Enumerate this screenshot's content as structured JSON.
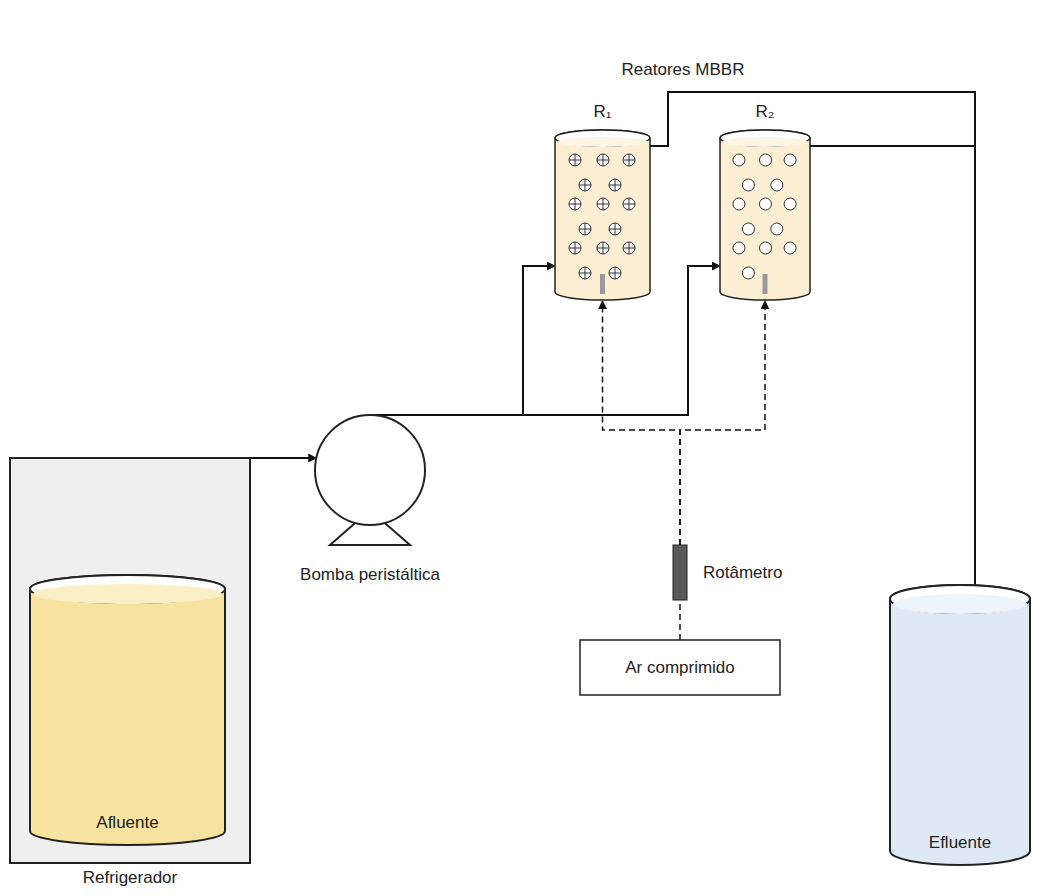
{
  "diagram": {
    "nodes": [
      {
        "text": [
          "Refrigerador"
        ]
      },
      {
        "text": [
          "Afluente"
        ],
        "in": 0
      },
      {
        "text": [
          "Bomba peristáltica"
        ]
      },
      {
        "text": [
          "R₁"
        ]
      },
      {
        "text": [
          "R₂"
        ]
      },
      {
        "text": [
          "Rotâmetro"
        ]
      },
      {
        "text": [
          "Ar comprimido"
        ]
      },
      {
        "text": [
          "Efluente"
        ]
      }
    ],
    "edges": [
      {
        "from": 1,
        "to": 2,
        "arrow": "to"
      },
      {
        "from": 2,
        "to": 3,
        "arrow": "to"
      },
      {
        "from": 2,
        "to": 4,
        "arrow": "to"
      },
      {
        "from": 6,
        "to": 5,
        "arrow": "none"
      },
      {
        "from": 5,
        "to": 3,
        "arrow": "to"
      },
      {
        "from": 5,
        "to": 4,
        "arrow": "to"
      },
      {
        "from": 3,
        "to": 7,
        "arrow": "to"
      },
      {
        "from": 4,
        "to": 7,
        "arrow": "to"
      }
    ],
    "labels": [
      "Reatores MBBR"
    ]
  }
}
